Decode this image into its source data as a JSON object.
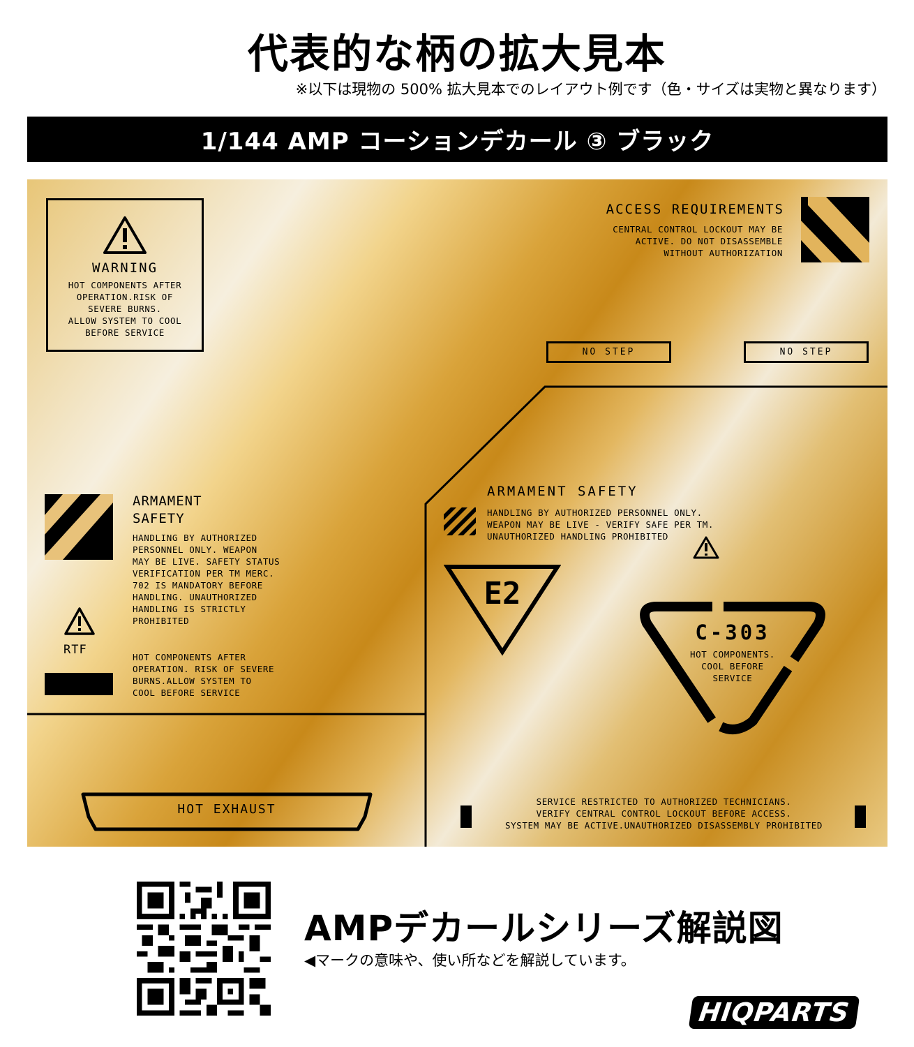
{
  "header": {
    "title": "代表的な柄の拡大見本",
    "note": "※以下は現物の 500% 拡大見本でのレイアウト例です（色・サイズは実物と異なります）",
    "product_bar": "1/144 AMP コーションデカール ③ ブラック"
  },
  "decal": {
    "warning_box": {
      "heading": "WARNING",
      "lines": [
        "HOT COMPONENTS AFTER",
        "OPERATION.RISK OF",
        "SEVERE BURNS.",
        "ALLOW SYSTEM TO COOL",
        "BEFORE SERVICE"
      ]
    },
    "access": {
      "heading": "ACCESS REQUIREMENTS",
      "lines": [
        "CENTRAL CONTROL LOCKOUT MAY BE",
        "ACTIVE. DO NOT DISASSEMBLE",
        "WITHOUT AUTHORIZATION"
      ]
    },
    "no_step_1": "NO STEP",
    "no_step_2": "NO STEP",
    "armament_left": {
      "heading_1": "ARMAMENT",
      "heading_2": "SAFETY",
      "lines": [
        "HANDLING BY AUTHORIZED",
        "PERSONNEL ONLY. WEAPON",
        "MAY BE LIVE. SAFETY STATUS",
        "VERIFICATION PER TM MERC.",
        "702 IS MANDATORY BEFORE",
        "HANDLING. UNAUTHORIZED",
        "HANDLING IS STRICTLY",
        "PROHIBITED"
      ],
      "rtf_label": "RTF",
      "hot_lines": [
        "HOT COMPONENTS AFTER",
        "OPERATION. RISK OF SEVERE",
        "BURNS.ALLOW SYSTEM TO",
        "COOL BEFORE SERVICE"
      ]
    },
    "armament_right": {
      "heading": "ARMAMENT SAFETY",
      "lines": [
        "HANDLING BY AUTHORIZED PERSONNEL ONLY.",
        "WEAPON MAY BE LIVE - VERIFY SAFE PER TM.",
        "UNAUTHORIZED HANDLING PROHIBITED"
      ]
    },
    "e2_label": "E2",
    "c303": {
      "code": "C-303",
      "lines": [
        "HOT COMPONENTS.",
        "COOL BEFORE",
        "SERVICE"
      ]
    },
    "hot_exhaust": "HOT EXHAUST",
    "service": {
      "lines": [
        "SERVICE RESTRICTED TO AUTHORIZED TECHNICIANS.",
        "VERIFY CENTRAL CONTROL LOCKOUT BEFORE ACCESS.",
        "SYSTEM MAY BE ACTIVE.UNAUTHORIZED DISASSEMBLY PROHIBITED"
      ]
    }
  },
  "footer": {
    "series_title": "AMPデカールシリーズ解説図",
    "series_desc": "◀マークの意味や、使い所などを解説しています。",
    "logo": "HIQPARTS"
  },
  "colors": {
    "gold_light": "#f6efde",
    "gold_dark": "#c8891a",
    "black": "#000000"
  },
  "icons": [
    "warning-triangle-icon",
    "hazard-stripe-icon",
    "qr-code-icon"
  ]
}
